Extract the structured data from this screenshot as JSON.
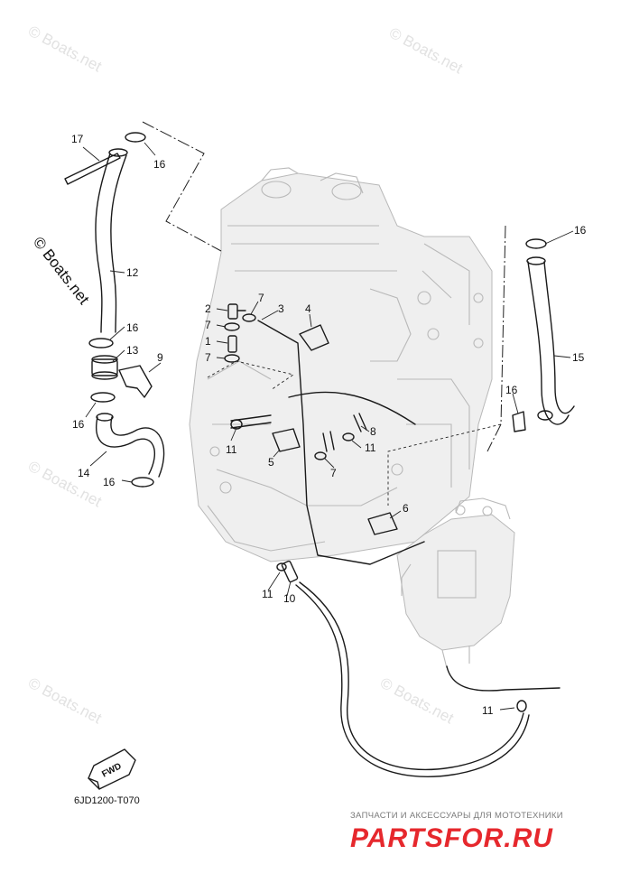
{
  "diagram": {
    "code": "6JD1200-T070",
    "fwd_label": "FWD",
    "callouts": [
      {
        "id": "c17",
        "label": "17"
      },
      {
        "id": "c16a",
        "label": "16"
      },
      {
        "id": "c12",
        "label": "12"
      },
      {
        "id": "c16b",
        "label": "16"
      },
      {
        "id": "c13",
        "label": "13"
      },
      {
        "id": "c9",
        "label": "9"
      },
      {
        "id": "c16c",
        "label": "16"
      },
      {
        "id": "c14",
        "label": "14"
      },
      {
        "id": "c16d",
        "label": "16"
      },
      {
        "id": "c2",
        "label": "2"
      },
      {
        "id": "c7a",
        "label": "7"
      },
      {
        "id": "c7b",
        "label": "7"
      },
      {
        "id": "c3",
        "label": "3"
      },
      {
        "id": "c4",
        "label": "4"
      },
      {
        "id": "c1",
        "label": "1"
      },
      {
        "id": "c7c",
        "label": "7"
      },
      {
        "id": "c11a",
        "label": "11"
      },
      {
        "id": "c5",
        "label": "5"
      },
      {
        "id": "c8",
        "label": "8"
      },
      {
        "id": "c11b",
        "label": "11"
      },
      {
        "id": "c7d",
        "label": "7"
      },
      {
        "id": "c6",
        "label": "6"
      },
      {
        "id": "c11c",
        "label": "11"
      },
      {
        "id": "c10",
        "label": "10"
      },
      {
        "id": "c11d",
        "label": "11"
      },
      {
        "id": "c16e",
        "label": "16"
      },
      {
        "id": "c15",
        "label": "15"
      },
      {
        "id": "c16f",
        "label": "16"
      }
    ]
  },
  "watermarks": {
    "boats": "© Boats.net"
  },
  "shop": {
    "tagline": "ЗАПЧАСТИ И АКСЕССУАРЫ ДЛЯ МОТОТЕХНИКИ",
    "logo": "PARTSFOR.RU",
    "logo_color": "#e6282d"
  }
}
